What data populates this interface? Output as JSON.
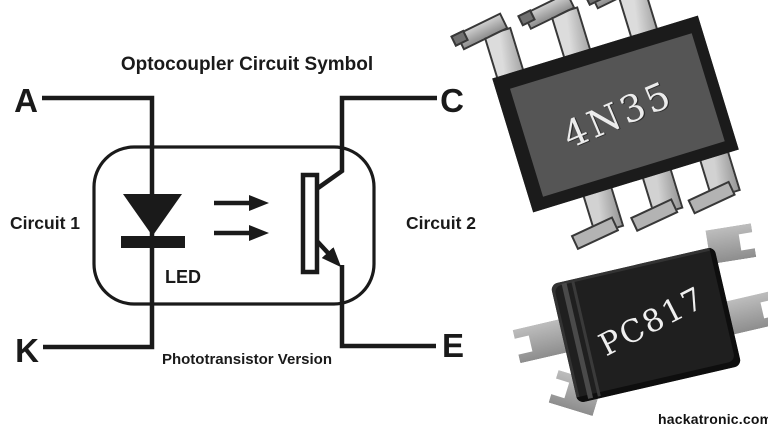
{
  "canvas": {
    "background": "#ffffff",
    "line_color": "#1a1a1a"
  },
  "diagram": {
    "title": "Optocoupler Circuit Symbol",
    "caption": "Phototransistor Version",
    "left_label": "Circuit 1",
    "right_label": "Circuit 2",
    "led_label": "LED",
    "terminals": {
      "anode": "A",
      "cathode": "K",
      "collector": "C",
      "emitter": "E"
    }
  },
  "chips": [
    {
      "name": "4N35",
      "visible_pins": 6,
      "body_color": "#555555",
      "pin_color": "#bdbdbd",
      "label_color": "#ececec"
    },
    {
      "name": "PC817",
      "visible_pins": 4,
      "body_color": "#1f1f1f",
      "pin_color": "#a9a9a9",
      "label_color": "#f0f0f0"
    }
  ],
  "watermark": "hackatronic.com"
}
